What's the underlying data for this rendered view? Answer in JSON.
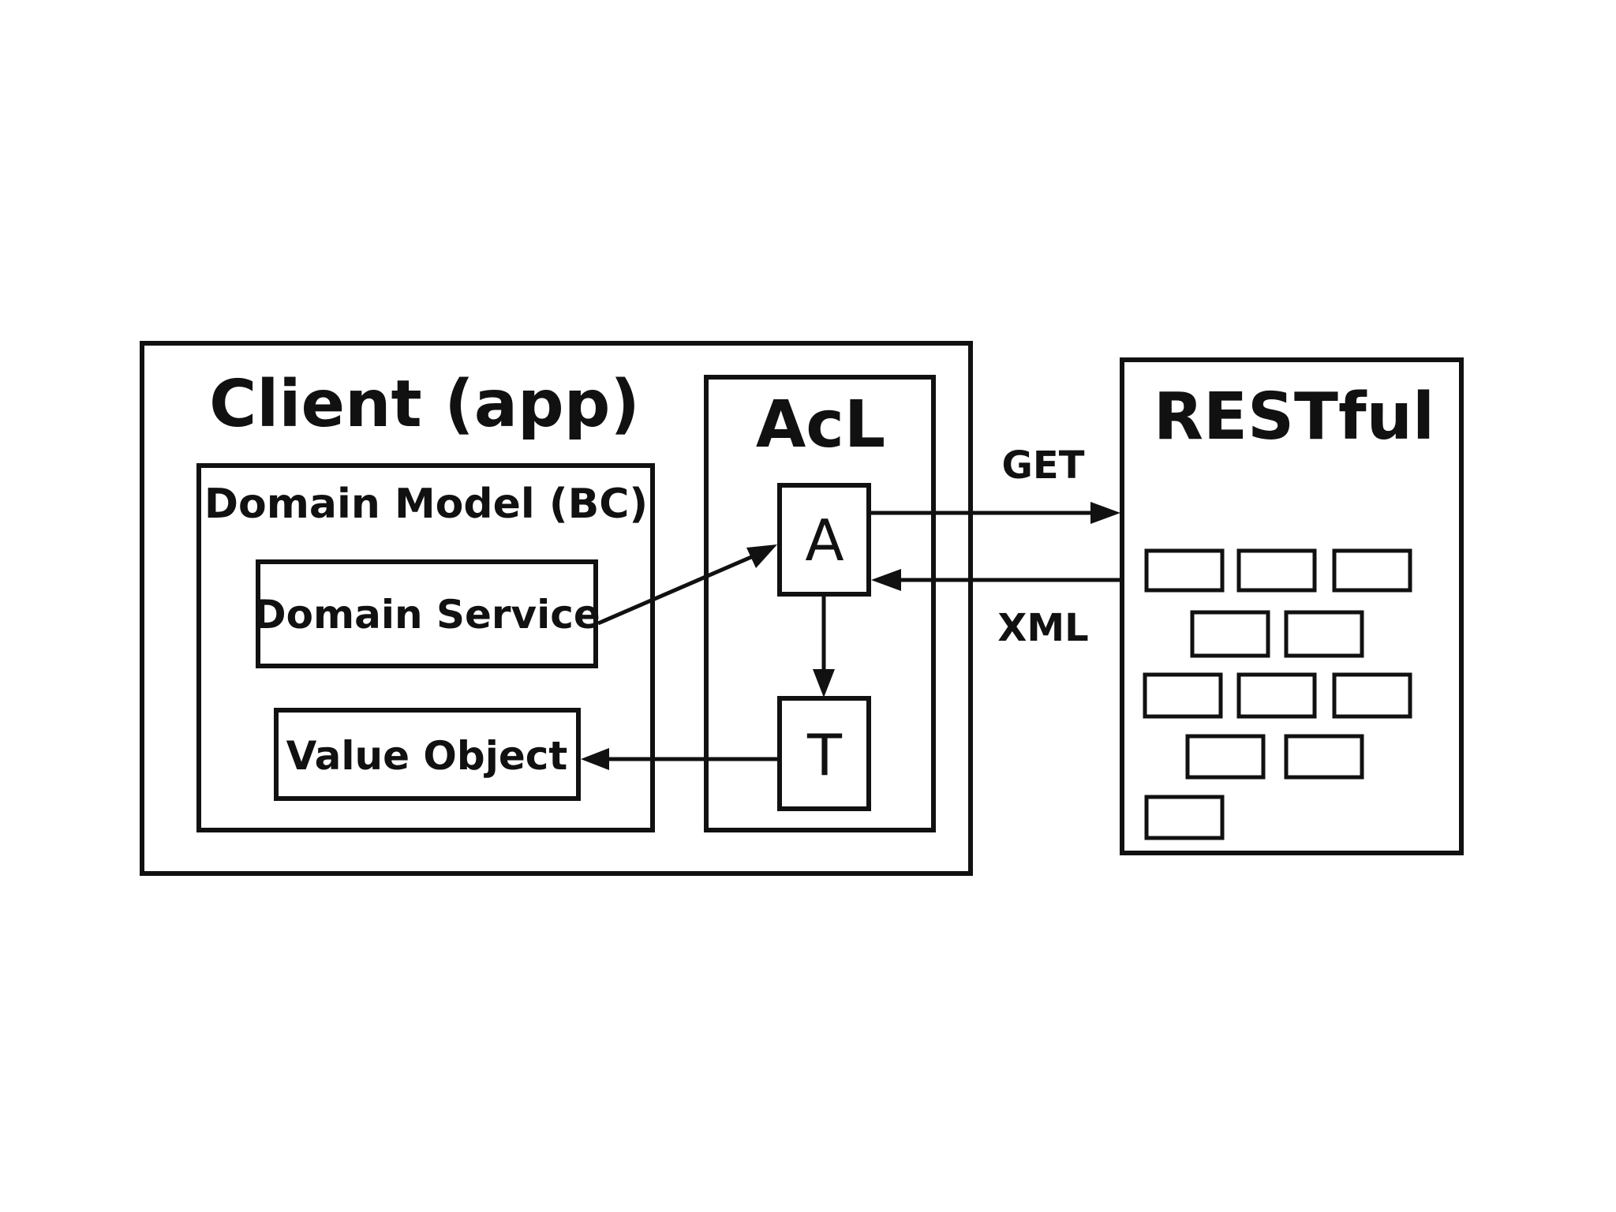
{
  "client": {
    "title": "Client (app)",
    "domain_model": {
      "label": "Domain Model (BC)",
      "domain_service": "Domain Service",
      "value_object": "Value Object"
    }
  },
  "acl": {
    "title": "AcL",
    "adapter": "A",
    "translator": "T"
  },
  "restful": {
    "title": "RESTful"
  },
  "requests": {
    "get": "GET",
    "xml": "XML"
  }
}
